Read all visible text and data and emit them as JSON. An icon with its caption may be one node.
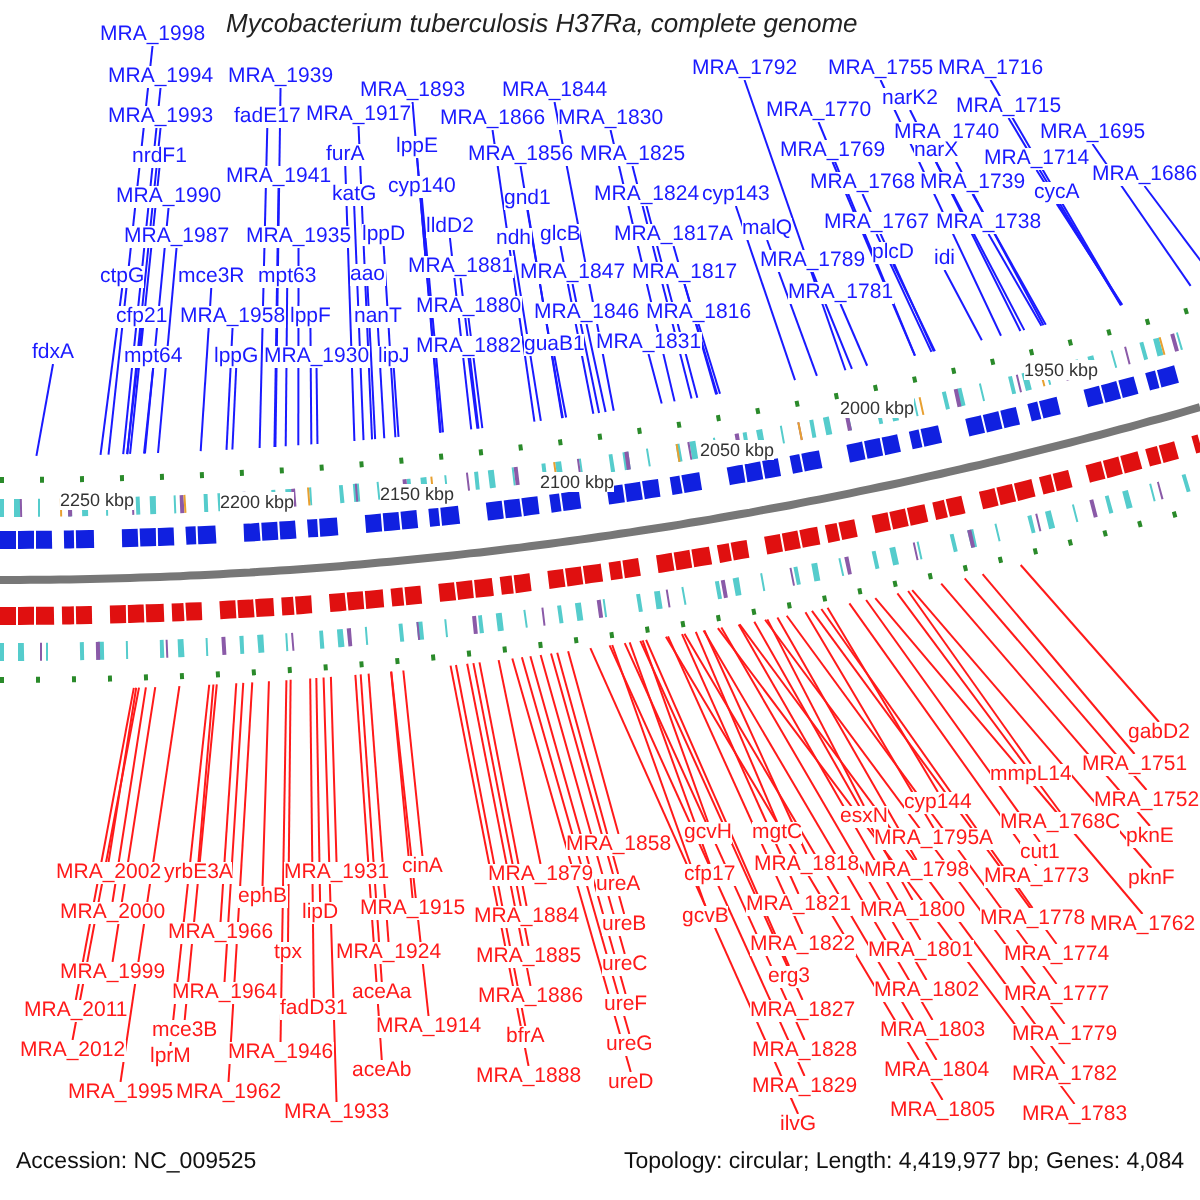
{
  "diagram": {
    "title": "Mycobacterium tuberculosis H37Ra, complete genome",
    "nodes": [
      {
        "text": [
          "MRA_1998"
        ]
      },
      {
        "text": [
          "MRA_1994"
        ]
      },
      {
        "text": [
          "MRA_1993"
        ]
      },
      {
        "text": [
          "nrdF1"
        ]
      },
      {
        "text": [
          "MRA_1990"
        ]
      },
      {
        "text": [
          "MRA_1987"
        ]
      },
      {
        "text": [
          "ctpG"
        ]
      },
      {
        "text": [
          "cfp21"
        ]
      },
      {
        "text": [
          "mpt64"
        ]
      },
      {
        "text": [
          "fdxA"
        ]
      },
      {
        "text": [
          "MRA_1939"
        ]
      },
      {
        "text": [
          "fadE17"
        ]
      },
      {
        "text": [
          "MRA_1941"
        ]
      },
      {
        "text": [
          "MRA_1935"
        ]
      },
      {
        "text": [
          "mce3R"
        ]
      },
      {
        "text": [
          "mpt63"
        ]
      },
      {
        "text": [
          "MRA_1958"
        ]
      },
      {
        "text": [
          "lppF"
        ]
      },
      {
        "text": [
          "lppG"
        ]
      },
      {
        "text": [
          "MRA_1930"
        ]
      },
      {
        "text": [
          "MRA_1917"
        ]
      },
      {
        "text": [
          "furA"
        ]
      },
      {
        "text": [
          "katG"
        ]
      },
      {
        "text": [
          "lppD"
        ]
      },
      {
        "text": [
          "aao"
        ]
      },
      {
        "text": [
          "nanT"
        ]
      },
      {
        "text": [
          "lipJ"
        ]
      },
      {
        "text": [
          "MRA_1893"
        ]
      },
      {
        "text": [
          "lppE"
        ]
      },
      {
        "text": [
          "cyp140"
        ]
      },
      {
        "text": [
          "lldD2"
        ]
      },
      {
        "text": [
          "MRA_1881"
        ]
      },
      {
        "text": [
          "MRA_1880"
        ]
      },
      {
        "text": [
          "MRA_1882"
        ]
      },
      {
        "text": [
          "MRA_1844"
        ]
      },
      {
        "text": [
          "MRA_1866"
        ]
      },
      {
        "text": [
          "MRA_1830"
        ]
      },
      {
        "text": [
          "MRA_1856"
        ]
      },
      {
        "text": [
          "MRA_1825"
        ]
      },
      {
        "text": [
          "gnd1"
        ]
      },
      {
        "text": [
          "MRA_1824"
        ]
      },
      {
        "text": [
          "ndh"
        ]
      },
      {
        "text": [
          "glcB"
        ]
      },
      {
        "text": [
          "MRA_1817A"
        ]
      },
      {
        "text": [
          "MRA_1847"
        ]
      },
      {
        "text": [
          "MRA_1817"
        ]
      },
      {
        "text": [
          "MRA_1846"
        ]
      },
      {
        "text": [
          "MRA_1816"
        ]
      },
      {
        "text": [
          "guaB1"
        ]
      },
      {
        "text": [
          "MRA_1831"
        ]
      },
      {
        "text": [
          "MRA_1792"
        ]
      },
      {
        "text": [
          "cyp143"
        ]
      },
      {
        "text": [
          "malQ"
        ]
      },
      {
        "text": [
          "MRA_1789"
        ]
      },
      {
        "text": [
          "MRA_1781"
        ]
      },
      {
        "text": [
          "MRA_1770"
        ]
      },
      {
        "text": [
          "MRA_1769"
        ]
      },
      {
        "text": [
          "MRA_1768"
        ]
      },
      {
        "text": [
          "MRA_1767"
        ]
      },
      {
        "text": [
          "plcD"
        ]
      },
      {
        "text": [
          "MRA_1755"
        ]
      },
      {
        "text": [
          "narK2"
        ]
      },
      {
        "text": [
          "MRA_1740"
        ]
      },
      {
        "text": [
          "narX"
        ]
      },
      {
        "text": [
          "MRA_1739"
        ]
      },
      {
        "text": [
          "MRA_1738"
        ]
      },
      {
        "text": [
          "idi"
        ]
      },
      {
        "text": [
          "MRA_1716"
        ]
      },
      {
        "text": [
          "MRA_1715"
        ]
      },
      {
        "text": [
          "MRA_1714"
        ]
      },
      {
        "text": [
          "cycA"
        ]
      },
      {
        "text": [
          "MRA_1695"
        ]
      },
      {
        "text": [
          "MRA_1686"
        ]
      },
      {
        "text": [
          "MRA_2002"
        ]
      },
      {
        "text": [
          "MRA_2000"
        ]
      },
      {
        "text": [
          "MRA_1999"
        ]
      },
      {
        "text": [
          "MRA_2011"
        ]
      },
      {
        "text": [
          "MRA_2012"
        ]
      },
      {
        "text": [
          "MRA_1995"
        ]
      },
      {
        "text": [
          "yrbE3A"
        ]
      },
      {
        "text": [
          "MRA_1966"
        ]
      },
      {
        "text": [
          "MRA_1964"
        ]
      },
      {
        "text": [
          "mce3B"
        ]
      },
      {
        "text": [
          "lprM"
        ]
      },
      {
        "text": [
          "MRA_1962"
        ]
      },
      {
        "text": [
          "ephB"
        ]
      },
      {
        "text": [
          "tpx"
        ]
      },
      {
        "text": [
          "fadD31"
        ]
      },
      {
        "text": [
          "MRA_1946"
        ]
      },
      {
        "text": [
          "MRA_1931"
        ]
      },
      {
        "text": [
          "lipD"
        ]
      },
      {
        "text": [
          "MRA_1933"
        ]
      },
      {
        "text": [
          "cinA"
        ]
      },
      {
        "text": [
          "MRA_1915"
        ]
      },
      {
        "text": [
          "MRA_1924"
        ]
      },
      {
        "text": [
          "aceAa"
        ]
      },
      {
        "text": [
          "MRA_1914"
        ]
      },
      {
        "text": [
          "aceAb"
        ]
      },
      {
        "text": [
          "MRA_1879"
        ]
      },
      {
        "text": [
          "MRA_1884"
        ]
      },
      {
        "text": [
          "MRA_1885"
        ]
      },
      {
        "text": [
          "MRA_1886"
        ]
      },
      {
        "text": [
          "bfrA"
        ]
      },
      {
        "text": [
          "MRA_1888"
        ]
      },
      {
        "text": [
          "MRA_1858"
        ]
      },
      {
        "text": [
          "ureA"
        ]
      },
      {
        "text": [
          "ureB"
        ]
      },
      {
        "text": [
          "ureC"
        ]
      },
      {
        "text": [
          "ureF"
        ]
      },
      {
        "text": [
          "ureG"
        ]
      },
      {
        "text": [
          "ureD"
        ]
      },
      {
        "text": [
          "gcvH"
        ]
      },
      {
        "text": [
          "cfp17"
        ]
      },
      {
        "text": [
          "gcvB"
        ]
      },
      {
        "text": [
          "mgtC"
        ]
      },
      {
        "text": [
          "MRA_1818"
        ]
      },
      {
        "text": [
          "MRA_1821"
        ]
      },
      {
        "text": [
          "MRA_1822"
        ]
      },
      {
        "text": [
          "erg3"
        ]
      },
      {
        "text": [
          "MRA_1827"
        ]
      },
      {
        "text": [
          "MRA_1828"
        ]
      },
      {
        "text": [
          "MRA_1829"
        ]
      },
      {
        "text": [
          "ilvG"
        ]
      },
      {
        "text": [
          "esxN"
        ]
      },
      {
        "text": [
          "cyp144"
        ]
      },
      {
        "text": [
          "MRA_1795A"
        ]
      },
      {
        "text": [
          "MRA_1798"
        ]
      },
      {
        "text": [
          "MRA_1800"
        ]
      },
      {
        "text": [
          "MRA_1801"
        ]
      },
      {
        "text": [
          "MRA_1802"
        ]
      },
      {
        "text": [
          "MRA_1803"
        ]
      },
      {
        "text": [
          "MRA_1804"
        ]
      },
      {
        "text": [
          "MRA_1805"
        ]
      },
      {
        "text": [
          "mmpL14"
        ]
      },
      {
        "text": [
          "MRA_1768C"
        ]
      },
      {
        "text": [
          "cut1"
        ]
      },
      {
        "text": [
          "MRA_1773"
        ]
      },
      {
        "text": [
          "MRA_1778"
        ]
      },
      {
        "text": [
          "MRA_1774"
        ]
      },
      {
        "text": [
          "MRA_1777"
        ]
      },
      {
        "text": [
          "MRA_1779"
        ]
      },
      {
        "text": [
          "MRA_1782"
        ]
      },
      {
        "text": [
          "MRA_1783"
        ]
      },
      {
        "text": [
          "gabD2"
        ]
      },
      {
        "text": [
          "MRA_1751"
        ]
      },
      {
        "text": [
          "MRA_1752"
        ]
      },
      {
        "text": [
          "pknE"
        ]
      },
      {
        "text": [
          "pknF"
        ]
      },
      {
        "text": [
          "MRA_1762"
        ]
      }
    ],
    "edges": [
      {
        "from": 0,
        "to": null,
        "arrow": "none",
        "color": "#1a1aff"
      },
      {
        "from": 1,
        "to": null,
        "arrow": "none",
        "color": "#1a1aff"
      },
      {
        "from": 2,
        "to": null,
        "arrow": "none",
        "color": "#1a1aff"
      },
      {
        "from": 3,
        "to": null,
        "arrow": "none",
        "color": "#1a1aff"
      },
      {
        "from": 4,
        "to": null,
        "arrow": "none",
        "color": "#1a1aff"
      },
      {
        "from": 5,
        "to": null,
        "arrow": "none",
        "color": "#1a1aff"
      },
      {
        "from": 6,
        "to": null,
        "arrow": "none",
        "color": "#1a1aff"
      },
      {
        "from": 7,
        "to": null,
        "arrow": "none",
        "color": "#1a1aff"
      },
      {
        "from": 8,
        "to": null,
        "arrow": "none",
        "color": "#1a1aff"
      },
      {
        "from": 9,
        "to": null,
        "arrow": "none",
        "color": "#1a1aff"
      },
      {
        "from": 10,
        "to": null,
        "arrow": "none",
        "color": "#1a1aff"
      },
      {
        "from": 11,
        "to": null,
        "arrow": "none",
        "color": "#1a1aff"
      },
      {
        "from": 12,
        "to": null,
        "arrow": "none",
        "color": "#1a1aff"
      },
      {
        "from": 13,
        "to": null,
        "arrow": "none",
        "color": "#1a1aff"
      },
      {
        "from": 14,
        "to": null,
        "arrow": "none",
        "color": "#1a1aff"
      },
      {
        "from": 15,
        "to": null,
        "arrow": "none",
        "color": "#1a1aff"
      },
      {
        "from": 16,
        "to": null,
        "arrow": "none",
        "color": "#1a1aff"
      },
      {
        "from": 17,
        "to": null,
        "arrow": "none",
        "color": "#1a1aff"
      },
      {
        "from": 18,
        "to": null,
        "arrow": "none",
        "color": "#1a1aff"
      },
      {
        "from": 19,
        "to": null,
        "arrow": "none",
        "color": "#1a1aff"
      },
      {
        "from": 20,
        "to": null,
        "arrow": "none",
        "color": "#1a1aff"
      },
      {
        "from": 21,
        "to": null,
        "arrow": "none",
        "color": "#1a1aff"
      },
      {
        "from": 22,
        "to": null,
        "arrow": "none",
        "color": "#1a1aff"
      },
      {
        "from": 23,
        "to": null,
        "arrow": "none",
        "color": "#1a1aff"
      },
      {
        "from": 24,
        "to": null,
        "arrow": "none",
        "color": "#1a1aff"
      },
      {
        "from": 25,
        "to": null,
        "arrow": "none",
        "color": "#1a1aff"
      },
      {
        "from": 26,
        "to": null,
        "arrow": "none",
        "color": "#1a1aff"
      },
      {
        "from": 27,
        "to": null,
        "arrow": "none",
        "color": "#1a1aff"
      },
      {
        "from": 28,
        "to": null,
        "arrow": "none",
        "color": "#1a1aff"
      },
      {
        "from": 29,
        "to": null,
        "arrow": "none",
        "color": "#1a1aff"
      },
      {
        "from": 30,
        "to": null,
        "arrow": "none",
        "color": "#1a1aff"
      },
      {
        "from": 31,
        "to": null,
        "arrow": "none",
        "color": "#1a1aff"
      },
      {
        "from": 32,
        "to": null,
        "arrow": "none",
        "color": "#1a1aff"
      },
      {
        "from": 33,
        "to": null,
        "arrow": "none",
        "color": "#1a1aff"
      },
      {
        "from": 34,
        "to": null,
        "arrow": "none",
        "color": "#1a1aff"
      },
      {
        "from": 35,
        "to": null,
        "arrow": "none",
        "color": "#1a1aff"
      },
      {
        "from": 36,
        "to": null,
        "arrow": "none",
        "color": "#1a1aff"
      },
      {
        "from": 37,
        "to": null,
        "arrow": "none",
        "color": "#1a1aff"
      },
      {
        "from": 38,
        "to": null,
        "arrow": "none",
        "color": "#1a1aff"
      },
      {
        "from": 39,
        "to": null,
        "arrow": "none",
        "color": "#1a1aff"
      },
      {
        "from": 40,
        "to": null,
        "arrow": "none",
        "color": "#1a1aff"
      },
      {
        "from": 41,
        "to": null,
        "arrow": "none",
        "color": "#1a1aff"
      },
      {
        "from": 42,
        "to": null,
        "arrow": "none",
        "color": "#1a1aff"
      },
      {
        "from": 43,
        "to": null,
        "arrow": "none",
        "color": "#1a1aff"
      },
      {
        "from": 44,
        "to": null,
        "arrow": "none",
        "color": "#1a1aff"
      },
      {
        "from": 45,
        "to": null,
        "arrow": "none",
        "color": "#1a1aff"
      },
      {
        "from": 46,
        "to": null,
        "arrow": "none",
        "color": "#1a1aff"
      },
      {
        "from": 47,
        "to": null,
        "arrow": "none",
        "color": "#1a1aff"
      },
      {
        "from": 48,
        "to": null,
        "arrow": "none",
        "color": "#1a1aff"
      },
      {
        "from": 49,
        "to": null,
        "arrow": "none",
        "color": "#1a1aff"
      },
      {
        "from": 50,
        "to": null,
        "arrow": "none",
        "color": "#1a1aff"
      },
      {
        "from": 51,
        "to": null,
        "arrow": "none",
        "color": "#1a1aff"
      },
      {
        "from": 52,
        "to": null,
        "arrow": "none",
        "color": "#1a1aff"
      },
      {
        "from": 53,
        "to": null,
        "arrow": "none",
        "color": "#1a1aff"
      },
      {
        "from": 54,
        "to": null,
        "arrow": "none",
        "color": "#1a1aff"
      },
      {
        "from": 55,
        "to": null,
        "arrow": "none",
        "color": "#1a1aff"
      },
      {
        "from": 56,
        "to": null,
        "arrow": "none",
        "color": "#1a1aff"
      },
      {
        "from": 57,
        "to": null,
        "arrow": "none",
        "color": "#1a1aff"
      },
      {
        "from": 58,
        "to": null,
        "arrow": "none",
        "color": "#1a1aff"
      },
      {
        "from": 59,
        "to": null,
        "arrow": "none",
        "color": "#1a1aff"
      },
      {
        "from": 60,
        "to": null,
        "arrow": "none",
        "color": "#1a1aff"
      },
      {
        "from": 61,
        "to": null,
        "arrow": "none",
        "color": "#1a1aff"
      },
      {
        "from": 62,
        "to": null,
        "arrow": "none",
        "color": "#1a1aff"
      },
      {
        "from": 63,
        "to": null,
        "arrow": "none",
        "color": "#1a1aff"
      },
      {
        "from": 64,
        "to": null,
        "arrow": "none",
        "color": "#1a1aff"
      },
      {
        "from": 65,
        "to": null,
        "arrow": "none",
        "color": "#1a1aff"
      },
      {
        "from": 66,
        "to": null,
        "arrow": "none",
        "color": "#1a1aff"
      },
      {
        "from": 67,
        "to": null,
        "arrow": "none",
        "color": "#1a1aff"
      },
      {
        "from": 68,
        "to": null,
        "arrow": "none",
        "color": "#1a1aff"
      },
      {
        "from": 69,
        "to": null,
        "arrow": "none",
        "color": "#1a1aff"
      },
      {
        "from": 70,
        "to": null,
        "arrow": "none",
        "color": "#1a1aff"
      },
      {
        "from": 71,
        "to": null,
        "arrow": "none",
        "color": "#1a1aff"
      },
      {
        "from": 72,
        "to": null,
        "arrow": "none",
        "color": "#1a1aff"
      },
      {
        "from": 73,
        "to": null,
        "arrow": "none"
      },
      {
        "from": 74,
        "to": null,
        "arrow": "none"
      },
      {
        "from": 75,
        "to": null,
        "arrow": "none"
      },
      {
        "from": 76,
        "to": null,
        "arrow": "none"
      },
      {
        "from": 77,
        "to": null,
        "arrow": "none"
      },
      {
        "from": 78,
        "to": null,
        "arrow": "none"
      },
      {
        "from": 79,
        "to": null,
        "arrow": "none"
      },
      {
        "from": 80,
        "to": null,
        "arrow": "none"
      },
      {
        "from": 81,
        "to": null,
        "arrow": "none"
      },
      {
        "from": 82,
        "to": null,
        "arrow": "none"
      },
      {
        "from": 83,
        "to": null,
        "arrow": "none"
      },
      {
        "from": 84,
        "to": null,
        "arrow": "none"
      },
      {
        "from": 85,
        "to": null,
        "arrow": "none"
      },
      {
        "from": 86,
        "to": null,
        "arrow": "none"
      },
      {
        "from": 87,
        "to": null,
        "arrow": "none"
      },
      {
        "from": 88,
        "to": null,
        "arrow": "none"
      },
      {
        "from": 89,
        "to": null,
        "arrow": "none"
      },
      {
        "from": 90,
        "to": null,
        "arrow": "none"
      },
      {
        "from": 91,
        "to": null,
        "arrow": "none"
      },
      {
        "from": 92,
        "to": null,
        "arrow": "none"
      },
      {
        "from": 93,
        "to": null,
        "arrow": "none"
      },
      {
        "from": 94,
        "to": null,
        "arrow": "none"
      },
      {
        "from": 95,
        "to": null,
        "arrow": "none"
      },
      {
        "from": 96,
        "to": null,
        "arrow": "none"
      },
      {
        "from": 97,
        "to": null,
        "arrow": "none"
      },
      {
        "from": 98,
        "to": null,
        "arrow": "none"
      },
      {
        "from": 99,
        "to": null,
        "arrow": "none"
      },
      {
        "from": 100,
        "to": null,
        "arrow": "none"
      },
      {
        "from": 101,
        "to": null,
        "arrow": "none"
      },
      {
        "from": 102,
        "to": null,
        "arrow": "none"
      },
      {
        "from": 103,
        "to": null,
        "arrow": "none"
      },
      {
        "from": 104,
        "to": null,
        "arrow": "none"
      },
      {
        "from": 105,
        "to": null,
        "arrow": "none"
      },
      {
        "from": 106,
        "to": null,
        "arrow": "none"
      },
      {
        "from": 107,
        "to": null,
        "arrow": "none"
      },
      {
        "from": 108,
        "to": null,
        "arrow": "none"
      },
      {
        "from": 109,
        "to": null,
        "arrow": "none"
      },
      {
        "from": 110,
        "to": null,
        "arrow": "none"
      },
      {
        "from": 111,
        "to": null,
        "arrow": "none"
      },
      {
        "from": 112,
        "to": null,
        "arrow": "none"
      },
      {
        "from": 113,
        "to": null,
        "arrow": "none"
      },
      {
        "from": 114,
        "to": null,
        "arrow": "none"
      },
      {
        "from": 115,
        "to": null,
        "arrow": "none"
      },
      {
        "from": 116,
        "to": null,
        "arrow": "none"
      },
      {
        "from": 117,
        "to": null,
        "arrow": "none"
      },
      {
        "from": 118,
        "to": null,
        "arrow": "none"
      },
      {
        "from": 119,
        "to": null,
        "arrow": "none"
      },
      {
        "from": 120,
        "to": null,
        "arrow": "none"
      },
      {
        "from": 121,
        "to": null,
        "arrow": "none"
      },
      {
        "from": 122,
        "to": null,
        "arrow": "none"
      },
      {
        "from": 123,
        "to": null,
        "arrow": "none"
      },
      {
        "from": 124,
        "to": null,
        "arrow": "none"
      },
      {
        "from": 125,
        "to": null,
        "arrow": "none"
      },
      {
        "from": 126,
        "to": null,
        "arrow": "none"
      },
      {
        "from": 127,
        "to": null,
        "arrow": "none"
      },
      {
        "from": 128,
        "to": null,
        "arrow": "none"
      },
      {
        "from": 129,
        "to": null,
        "arrow": "none"
      },
      {
        "from": 130,
        "to": null,
        "arrow": "none"
      },
      {
        "from": 131,
        "to": null,
        "arrow": "none"
      },
      {
        "from": 132,
        "to": null,
        "arrow": "none"
      },
      {
        "from": 133,
        "to": null,
        "arrow": "none"
      },
      {
        "from": 134,
        "to": null,
        "arrow": "none"
      },
      {
        "from": 135,
        "to": null,
        "arrow": "none"
      },
      {
        "from": 136,
        "to": null,
        "arrow": "none"
      },
      {
        "from": 137,
        "to": null,
        "arrow": "none"
      },
      {
        "from": 138,
        "to": null,
        "arrow": "none"
      },
      {
        "from": 139,
        "to": null,
        "arrow": "none"
      },
      {
        "from": 140,
        "to": null,
        "arrow": "none"
      },
      {
        "from": 141,
        "to": null,
        "arrow": "none"
      },
      {
        "from": 142,
        "to": null,
        "arrow": "none"
      },
      {
        "from": 143,
        "to": null,
        "arrow": "none"
      },
      {
        "from": 144,
        "to": null,
        "arrow": "none"
      },
      {
        "from": 145,
        "to": null,
        "arrow": "none"
      },
      {
        "from": 146,
        "to": null,
        "arrow": "none"
      },
      {
        "from": 147,
        "to": null,
        "arrow": "none"
      },
      {
        "from": 148,
        "to": null,
        "arrow": "none"
      }
    ],
    "labels": [
      "1950 kbp",
      "2000 kbp",
      "2050 kbp",
      "2100 kbp",
      "2150 kbp",
      "2200 kbp",
      "2250 kbp",
      "Accession: NC_009525",
      "Topology: circular; Length: 4,419,977 bp; Genes: 4,084"
    ]
  }
}
